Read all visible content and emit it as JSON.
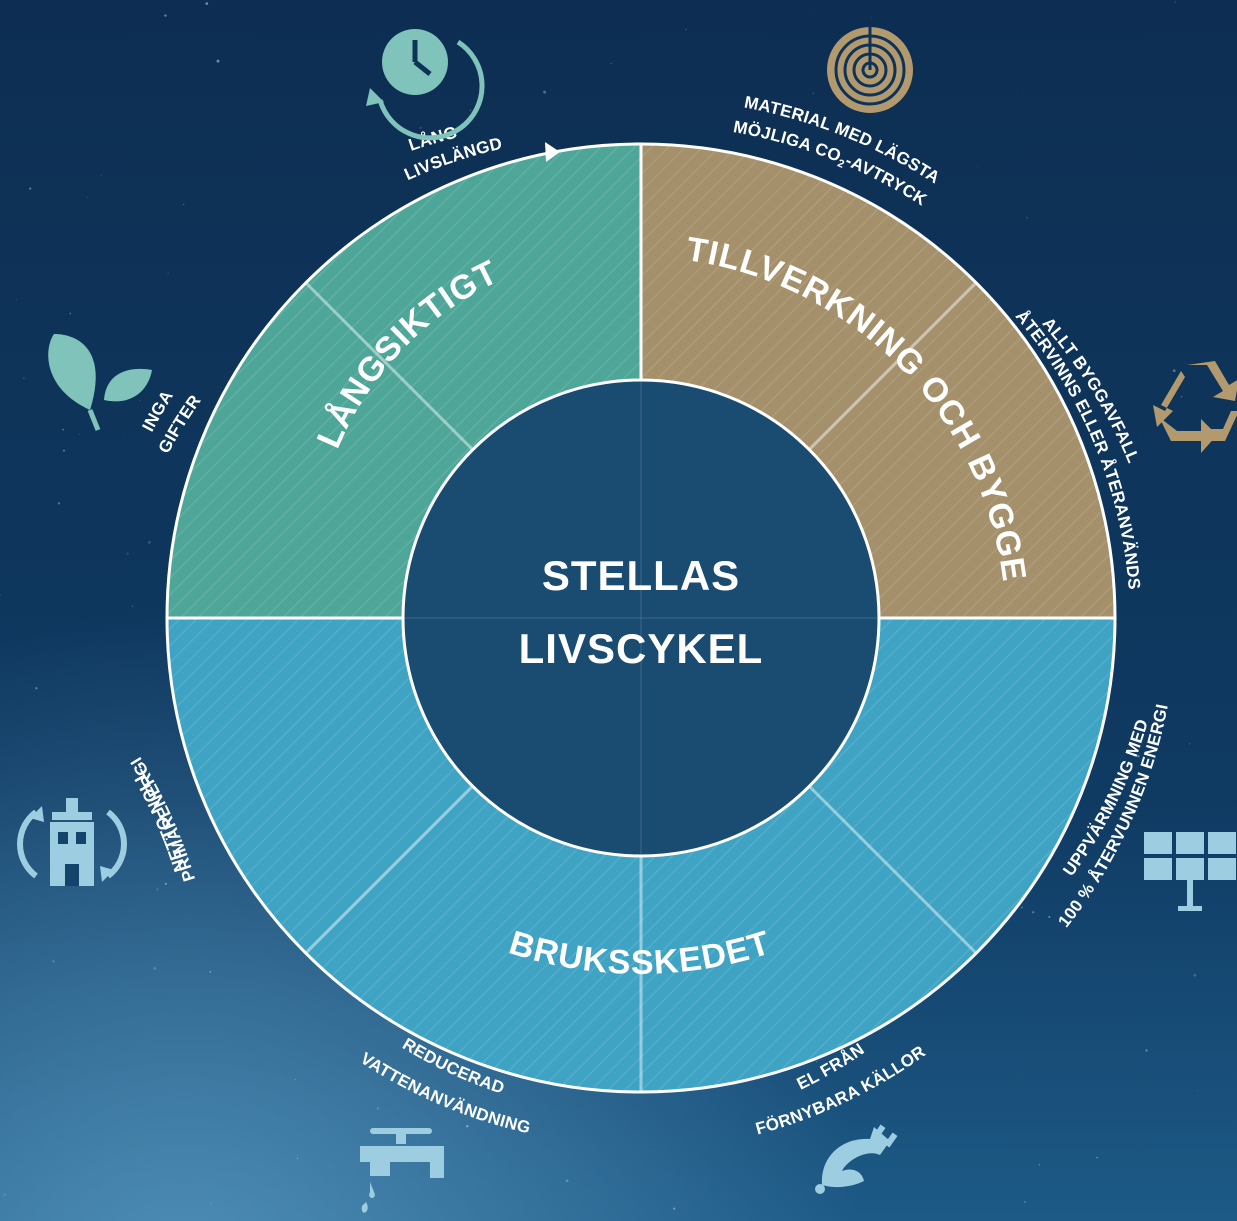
{
  "center": {
    "line1": "STELLAS",
    "line2": "LIVSCYKEL"
  },
  "segments": {
    "langsiktigt": {
      "label": "LÅNGSIKTIGT",
      "color": "#4ea698"
    },
    "tillverkning": {
      "label": "TILLVERKNING OCH BYGGE",
      "color": "#a4906a"
    },
    "bruksskedet": {
      "label": "BRUKSSKEDET",
      "color": "#3fa3c4"
    }
  },
  "center_color": "#1a4c72",
  "outer_labels": {
    "lang_livslangd": {
      "line1": "LÅNG",
      "line2": "LIVSLÄNGD",
      "icon": "clock-icon"
    },
    "material": {
      "line1": "MATERIAL MED LÄGSTA",
      "line2a": "MÖJLIGA CO",
      "sub": "2",
      "line2b": "-AVTRYCK",
      "icon": "wood-rings-icon"
    },
    "byggavfall": {
      "line1": "ALLT BYGGAVFALL",
      "line2": "ÅTERVINNS ELLER ÅTERANVÄNDS",
      "icon": "recycle-icon"
    },
    "uppvarmning": {
      "line1": "UPPVÄRMNING MED",
      "line2": "100 % ÅTERVUNNEN ENERGI",
      "icon": "solar-panel-icon"
    },
    "el": {
      "line1": "EL FRÅN",
      "line2": "FÖRNYBARA KÄLLOR",
      "icon": "plug-icon"
    },
    "vatten": {
      "line1": "REDUCERAD",
      "line2": "VATTENANVÄNDNING",
      "icon": "water-tap-icon"
    },
    "netto": {
      "line1": "NETTO NOLL",
      "line2": "PRIMÄRENERGI",
      "icon": "building-icon"
    },
    "gifter": {
      "line1": "INGA",
      "line2": "GIFTER",
      "icon": "leaf-icon"
    }
  },
  "colors": {
    "icon_teal": "#7fc3bb",
    "icon_gold": "#b39a6e",
    "icon_blue": "#9ccde0"
  }
}
